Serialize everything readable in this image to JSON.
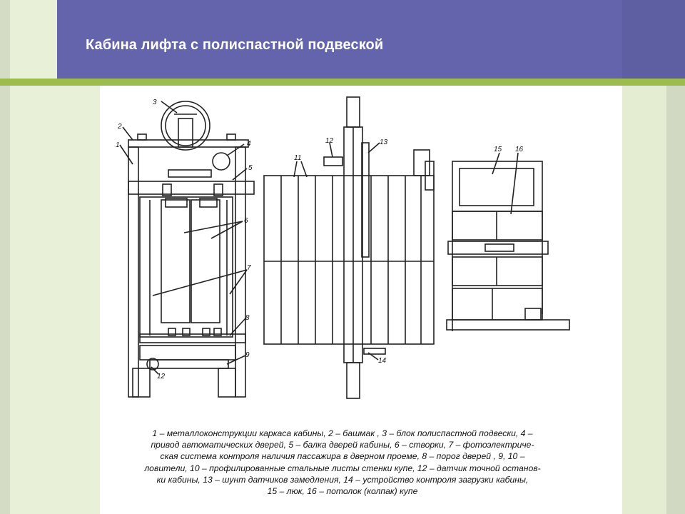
{
  "slide": {
    "title": "Кабина лифта с полиспастной подвеской"
  },
  "figure": {
    "labels": [
      "1",
      "2",
      "3",
      "4",
      "5",
      "6",
      "7",
      "8",
      "9",
      "12",
      "11",
      "12",
      "13",
      "14",
      "15",
      "16"
    ],
    "caption_lines": [
      "1 – металлоконструкции каркаса кабины, 2 – башмак , 3 – блок полиспастной подвески, 4 –",
      "привод автоматических дверей, 5 – балка дверей кабины, 6 – створки, 7 – фотоэлектриче-",
      "ская система контроля наличия пассажира в дверном проеме, 8 – порог дверей , 9, 10 –",
      "ловители, 10 – профилированные стальные листы стенки купе, 12 – датчик точной останов-",
      "ки кабины, 13 – шунт датчиков замедления, 14 – устройство контроля загрузки кабины,",
      "15 – люк, 16 – потолок (колпак) купе"
    ]
  }
}
